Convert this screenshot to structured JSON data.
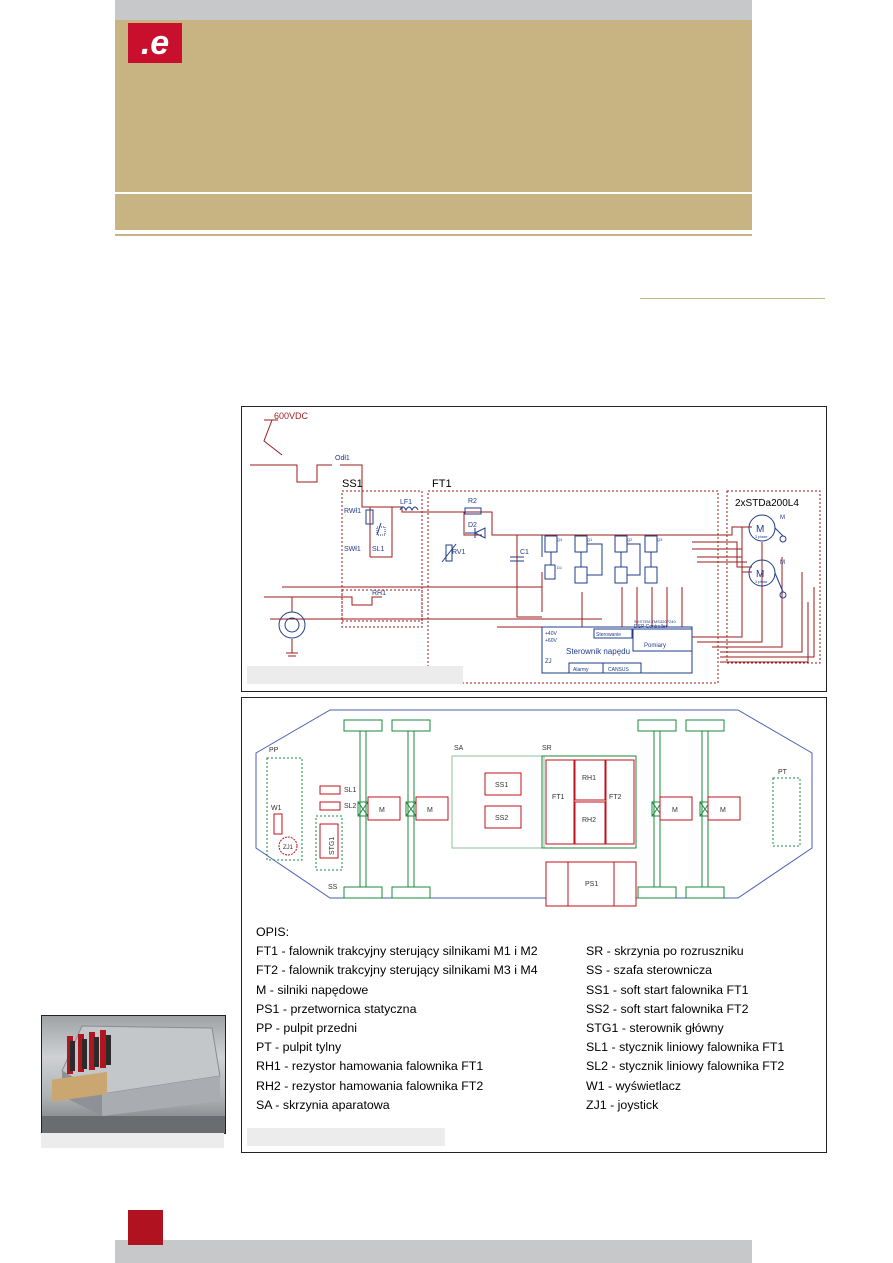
{
  "logo": {
    "text": ".e"
  },
  "figure1": {
    "labels": {
      "supply": "600VDC",
      "odl1": "Odł1",
      "ss1": "SS1",
      "ft1": "FT1",
      "lf1": "LF1",
      "r2": "R2",
      "d2": "D2",
      "c1": "C1",
      "rv1": "RV1",
      "rwl1": "RWł1",
      "swl1": "SWł1",
      "sl1": "SL1",
      "rh1": "RH1",
      "motors": "2xSTDa200L4",
      "motor_symbol": "M",
      "motor_sub": "3 phase",
      "v40a": "+40V",
      "v40b": "+60V",
      "zj": "ZJ",
      "sterowanie": "Sterowanie",
      "dsp1": "SYSTEM TMS320F240",
      "dsp2": "DSP Controller",
      "pomiary": "Pomiary",
      "sterownik": "Sterownik napędu",
      "alarmy": "Alarmy",
      "cansus": "CANSUS",
      "q1": "Q1",
      "q2": "Q2",
      "q3": "Q3",
      "q4": "Q4",
      "d1": "D1"
    }
  },
  "figure2": {
    "labels": {
      "pp": "PP",
      "w1": "W1",
      "zj1": "ZJ1",
      "sl1": "SL1",
      "sl2": "SL2",
      "stg1": "STG1",
      "ss": "SS",
      "m": "M",
      "sa": "SA",
      "sr": "SR",
      "ss1": "SS1",
      "ss2": "SS2",
      "ft1": "FT1",
      "ft2": "FT2",
      "rh1": "RH1",
      "rh2": "RH2",
      "ps1": "PS1",
      "pt": "PT"
    },
    "opis_title": "OPIS:",
    "opis_left": [
      {
        "code": "FT1",
        "sep": " - ",
        "text": "falownik trakcyjny sterujący silnikami M1 i M2"
      },
      {
        "code": "FT2",
        "sep": " - ",
        "text": "falownik trakcyjny sterujący silnikami M3 i M4"
      },
      {
        "code": "M",
        "sep": " - ",
        "text": "silniki napędowe"
      },
      {
        "code": "PS1",
        "sep": " - ",
        "text": "przetwornica statyczna"
      },
      {
        "code": "PP",
        "sep": " - ",
        "text": "pulpit przedni"
      },
      {
        "code": "PT",
        "sep": " - ",
        "text": "pulpit tylny"
      },
      {
        "code": "RH1",
        "sep": " - ",
        "text": "rezystor hamowania falownika FT1"
      },
      {
        "code": "RH2",
        "sep": " - ",
        "text": "rezystor hamowania falownika FT2"
      },
      {
        "code": "SA",
        "sep": " - ",
        "text": "skrzynia aparatowa"
      }
    ],
    "opis_right": [
      {
        "code": "SR",
        "sep": " - ",
        "text": "skrzynia po rozruszniku"
      },
      {
        "code": "SS",
        "sep": " - ",
        "text": "szafa sterownicza"
      },
      {
        "code": "SS1",
        "sep": " - ",
        "text": "soft start falownika FT1"
      },
      {
        "code": "SS2",
        "sep": " - ",
        "text": "soft start falownika FT2"
      },
      {
        "code": "STG1",
        "sep": " - ",
        "text": "sterownik główny"
      },
      {
        "code": "SL1",
        "sep": " - ",
        "text": "stycznik liniowy falownika FT1"
      },
      {
        "code": "SL2",
        "sep": " - ",
        "text": "stycznik liniowy falownika FT2"
      },
      {
        "code": "W1",
        "sep": " - ",
        "text": "wyświetlacz"
      },
      {
        "code": "ZJ1",
        "sep": " - ",
        "text": "joystick"
      }
    ]
  },
  "colors": {
    "brand_red": "#c8102e",
    "khaki": "#c8b482",
    "gray": "#c7c8c9",
    "wire": "#9e1b1b",
    "circuit": "#1f3c8a",
    "frame_green": "#1a8a3c"
  }
}
